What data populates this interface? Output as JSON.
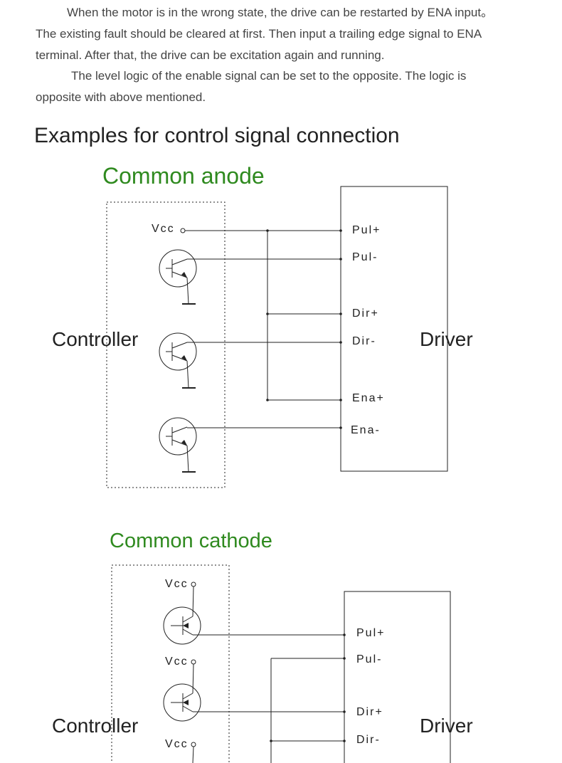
{
  "paragraph1": {
    "line1": "When the motor is in the wrong state, the drive can be restarted by ENA input。",
    "line2": "The existing fault should be cleared at first. Then input a trailing edge signal to ENA",
    "line3": "terminal. After that, the drive can be excitation again and running."
  },
  "paragraph2": {
    "line1": "The level logic of the enable signal can be set to the opposite. The logic is",
    "line2": "opposite with above mentioned."
  },
  "heading": "Examples for control signal connection",
  "diagram1": {
    "title": "Common anode",
    "controller": "Controller",
    "driver": "Driver",
    "vcc": "Vcc",
    "pins": [
      "Pul+",
      "Pul-",
      "Dir+",
      "Dir-",
      "Ena+",
      "Ena-"
    ]
  },
  "diagram2": {
    "title": "Common cathode",
    "controller": "Controller",
    "driver": "Driver",
    "vcc": "Vcc",
    "pins": [
      "Pul+",
      "Pul-",
      "Dir+",
      "Dir-"
    ]
  }
}
